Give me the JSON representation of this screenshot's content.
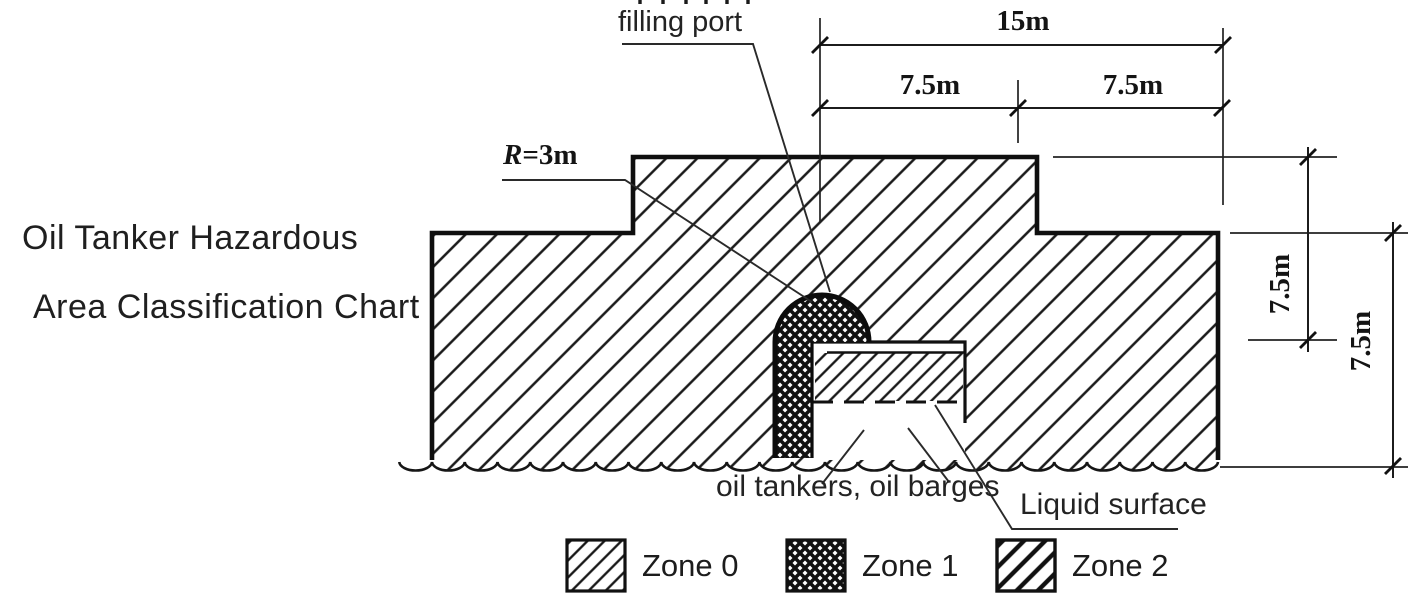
{
  "title": {
    "line1": "Oil Tanker Hazardous",
    "line2": "Area Classification Chart"
  },
  "labels": {
    "filling_port": "filling port",
    "radius_prefix": "R",
    "radius_value": "=3m",
    "tankers": "oil tankers, oil barges",
    "liquid_surface": "Liquid surface"
  },
  "dimensions": {
    "top_total": "15m",
    "top_left_half": "7.5m",
    "top_right_half": "7.5m",
    "right_upper": "7.5m",
    "right_lower": "7.5m"
  },
  "legend": {
    "items": [
      {
        "zone": "zone-0",
        "label": "Zone 0"
      },
      {
        "zone": "zone-1",
        "label": "Zone 1"
      },
      {
        "zone": "zone-2",
        "label": "Zone 2"
      }
    ]
  },
  "colors": {
    "ink": "#1a1a1a",
    "background": "#ffffff"
  }
}
